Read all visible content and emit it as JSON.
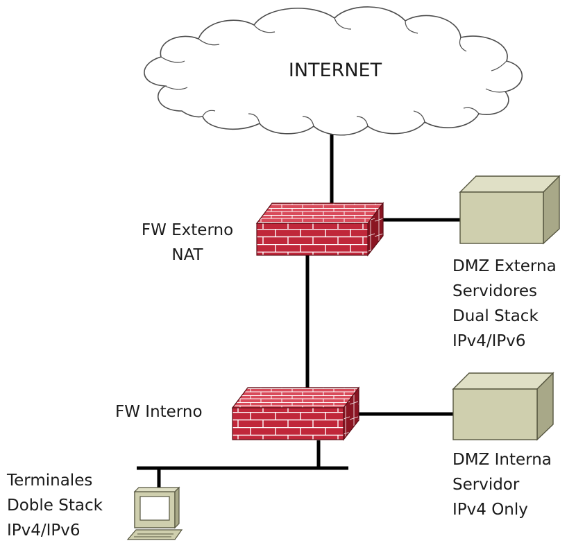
{
  "cloud": {
    "label": "INTERNET"
  },
  "fw_externo": {
    "lines": [
      "FW Externo",
      "NAT"
    ]
  },
  "fw_interno": {
    "lines": [
      "FW Interno"
    ]
  },
  "dmz_externa": {
    "lines": [
      "DMZ Externa",
      "Servidores",
      "Dual Stack",
      "IPv4/IPv6"
    ]
  },
  "dmz_interna": {
    "lines": [
      "DMZ Interna",
      "Servidor",
      "IPv4 Only"
    ]
  },
  "terminales": {
    "lines": [
      "Terminales",
      "Doble Stack",
      "IPv4/IPv6"
    ]
  },
  "colors": {
    "firewall_face": "#c0273a",
    "firewall_top": "#d84a5a",
    "firewall_side": "#8a1522",
    "server_front": "#cfcfae",
    "server_top": "#e0e0c6",
    "server_side": "#a8a888",
    "link": "#000000"
  },
  "icons": [
    "cloud-icon",
    "firewall-icon",
    "server-icon",
    "computer-icon"
  ]
}
